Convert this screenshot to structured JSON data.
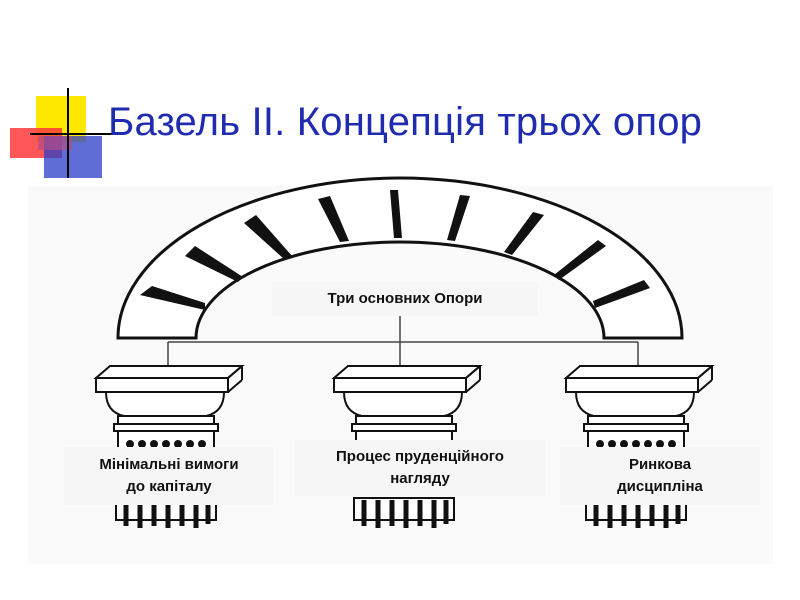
{
  "slide": {
    "title": "Базель II. Концепція трьох опор"
  },
  "diagram": {
    "center_label": "Три основних Опори",
    "pillars": [
      {
        "line1": "Мінімальні вимоги",
        "line2": "до капіталу"
      },
      {
        "line1": "Процес пруденційного",
        "line2": "нагляду"
      },
      {
        "line1": "Ринкова",
        "line2": "дисципліна"
      }
    ]
  },
  "colors": {
    "title": "#1f2cb0",
    "logo_yellow": "#ffe800",
    "logo_red": "#ff3030",
    "logo_blue": "#2a3ec8"
  }
}
